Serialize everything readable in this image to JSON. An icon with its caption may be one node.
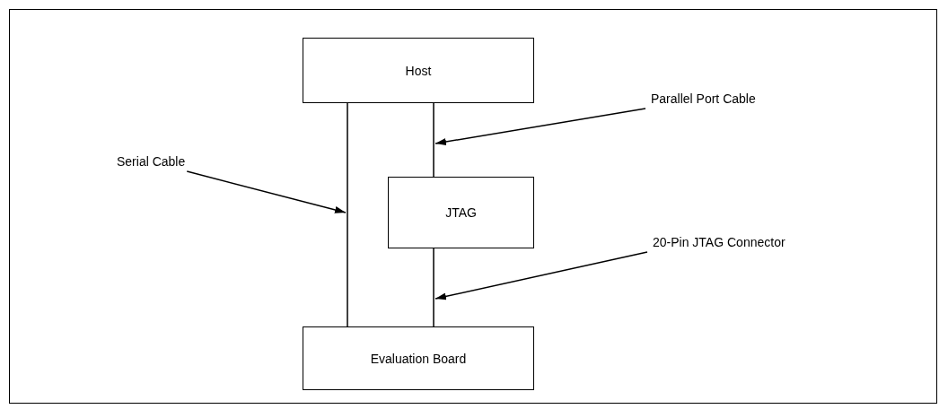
{
  "diagram": {
    "nodes": [
      {
        "text": [
          "Host"
        ]
      },
      {
        "text": [
          "Parallel Port Cable"
        ]
      },
      {
        "text": [
          "Serial Cable"
        ]
      },
      {
        "text": [
          "JTAG"
        ]
      },
      {
        "text": [
          "20-Pin JTAG Connector"
        ]
      },
      {
        "text": [
          "Evaluation Board"
        ]
      }
    ],
    "edges": [
      {
        "from": 0,
        "to": 5,
        "arrow": "none"
      },
      {
        "from": 0,
        "to": 3,
        "arrow": "none"
      },
      {
        "from": 3,
        "to": 5,
        "arrow": "none"
      },
      {
        "from": 1,
        "to": null,
        "arrow": "to"
      },
      {
        "from": 2,
        "to": null,
        "arrow": "to"
      },
      {
        "from": 4,
        "to": null,
        "arrow": "to"
      }
    ]
  }
}
